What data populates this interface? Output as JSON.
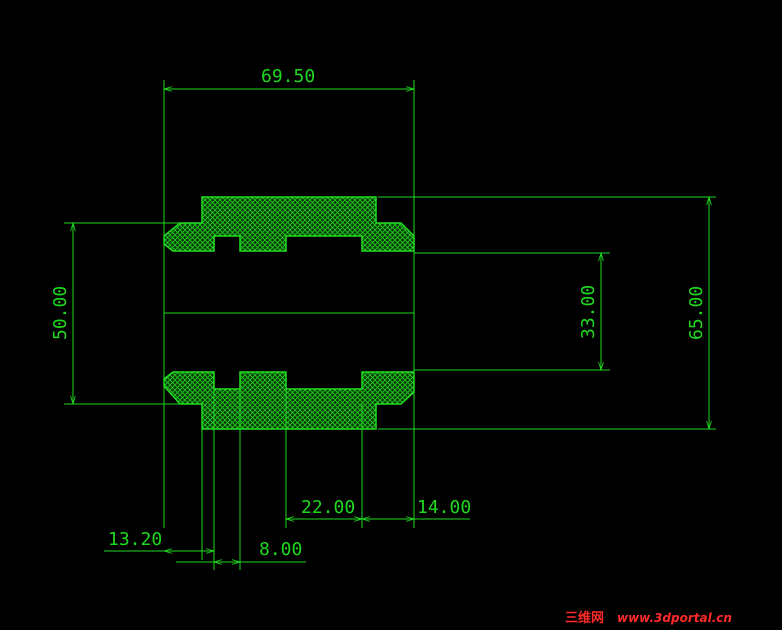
{
  "drawing": {
    "line_color": "#1fd91f",
    "background": "#000000",
    "dimensions": {
      "width_top": "69.50",
      "height_left": "50.00",
      "height_inner": "33.00",
      "height_outer": "65.00",
      "width_a": "22.00",
      "width_b": "14.00",
      "width_c": "13.20",
      "width_d": "8.00"
    }
  },
  "watermark": {
    "text_cn": "三维网",
    "text_url": "www.3dportal.cn",
    "color": "#ff2a2a"
  }
}
